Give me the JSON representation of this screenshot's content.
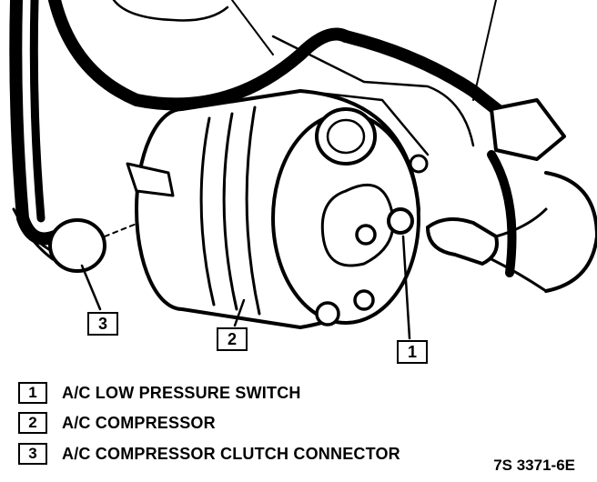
{
  "callouts": [
    {
      "number": "1",
      "label": "A/C LOW PRESSURE SWITCH"
    },
    {
      "number": "2",
      "label": "A/C COMPRESSOR"
    },
    {
      "number": "3",
      "label": "A/C COMPRESSOR CLUTCH CONNECTOR"
    }
  ],
  "figure_id": "7S 3371-6E",
  "colors": {
    "ink": "#000000",
    "paper": "#ffffff"
  }
}
